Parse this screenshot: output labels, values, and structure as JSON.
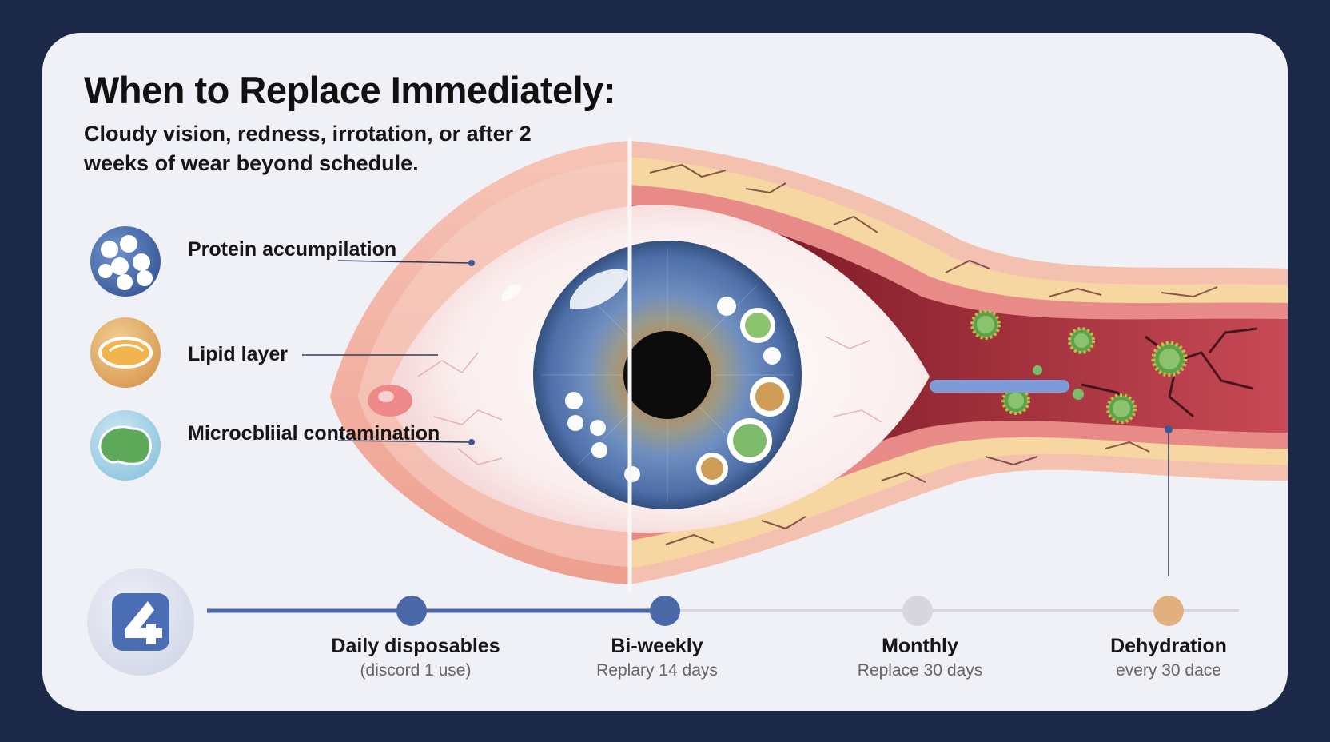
{
  "header": {
    "title": "When to Replace Immediately:",
    "subtitle": "Cloudy vision, redness, irrotation, or after 2 weeks of wear beyond schedule."
  },
  "deposits": [
    {
      "icon": "protein-icon",
      "label": "Protein accumpilation"
    },
    {
      "icon": "lipid-icon",
      "label": "Lipid layer"
    },
    {
      "icon": "microbe-icon",
      "label": "Microcbliial contamination"
    }
  ],
  "timeline": {
    "logo_icon": "number-four-icon",
    "stages": [
      {
        "title": "Daily disposables",
        "subtitle": "(discord 1 use)",
        "color": "#4a68a8"
      },
      {
        "title": "Bi-weekly",
        "subtitle": "Replary 14 days",
        "color": "#4a68a8"
      },
      {
        "title": "Monthly",
        "subtitle": "Replace 30 days",
        "color": "#d6d6dc"
      },
      {
        "title": "Dehydration",
        "subtitle": "every 30 dace",
        "color": "#e2b07f"
      }
    ]
  },
  "colors": {
    "background": "#1b2847",
    "card": "#f0f1f6",
    "accent_blue": "#4a68a8",
    "lid_pink": "#f3b3a3",
    "lipid_gold": "#e2b07f",
    "microbe_green": "#7dbb6a"
  }
}
